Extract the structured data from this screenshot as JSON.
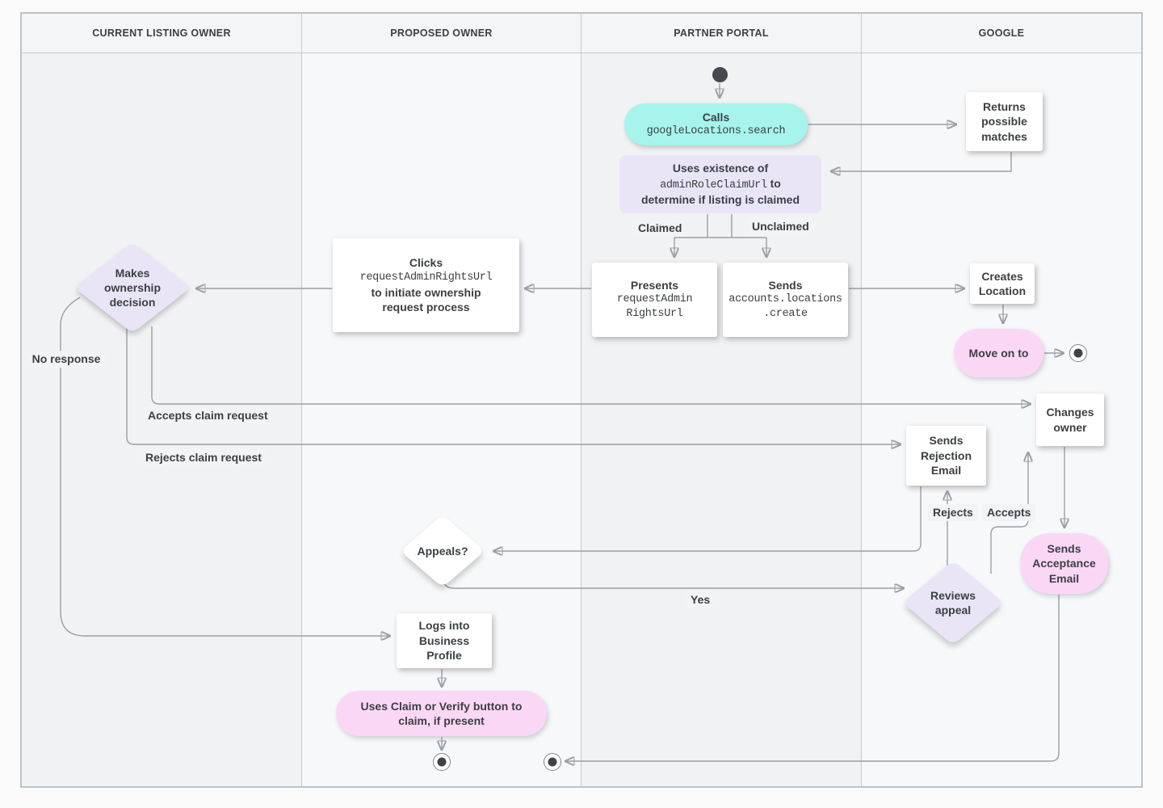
{
  "lanes": [
    "CURRENT LISTING OWNER",
    "PROPOSED OWNER",
    "PARTNER PORTAL",
    "GOOGLE"
  ],
  "nodes": {
    "calls": {
      "title": "Calls",
      "code": "googleLocations.search"
    },
    "returns": {
      "label": "Returns possible matches"
    },
    "uses_existence": {
      "line1": "Uses existence of",
      "code": "adminRoleClaimUrl",
      "after_code": "to",
      "line3": "determine if listing is claimed"
    },
    "presents": {
      "title": "Presents",
      "code_line1": "requestAdmin",
      "code_line2": "RightsUrl"
    },
    "sends_create": {
      "title": "Sends",
      "code_line1": "accounts.locations",
      "code_line2": ".create"
    },
    "clicks": {
      "title": "Clicks",
      "code": "requestAdminRightsUrl",
      "line3": "to initiate ownership",
      "line4": "request process"
    },
    "makes_decision": {
      "label": "Makes ownership decision"
    },
    "creates_location": {
      "label": "Creates Location"
    },
    "move_on": {
      "label": "Move on to"
    },
    "changes_owner": {
      "label": "Changes owner"
    },
    "sends_rejection": {
      "label": "Sends Rejection Email"
    },
    "sends_acceptance": {
      "label": "Sends Acceptance Email"
    },
    "reviews_appeal": {
      "label": "Reviews appeal"
    },
    "appeals": {
      "label": "Appeals?"
    },
    "logs_in": {
      "label": "Logs into Business Profile"
    },
    "uses_claim": {
      "label": "Uses Claim or Verify button to claim, if present"
    }
  },
  "edge_labels": {
    "claimed": "Claimed",
    "unclaimed": "Unclaimed",
    "no_response": "No response",
    "accepts_claim": "Accepts claim request",
    "rejects_claim": "Rejects claim request",
    "yes": "Yes",
    "rejects": "Rejects",
    "accepts": "Accepts"
  },
  "colors": {
    "teal_node": "#a6f4ec",
    "purple_node": "#e9e5f7",
    "pink_node": "#fbd7f6",
    "lane_dark": "#f1f2f3",
    "lane_light": "#f7f8f9",
    "line": "#9aa0a6",
    "text": "#3c4043"
  }
}
